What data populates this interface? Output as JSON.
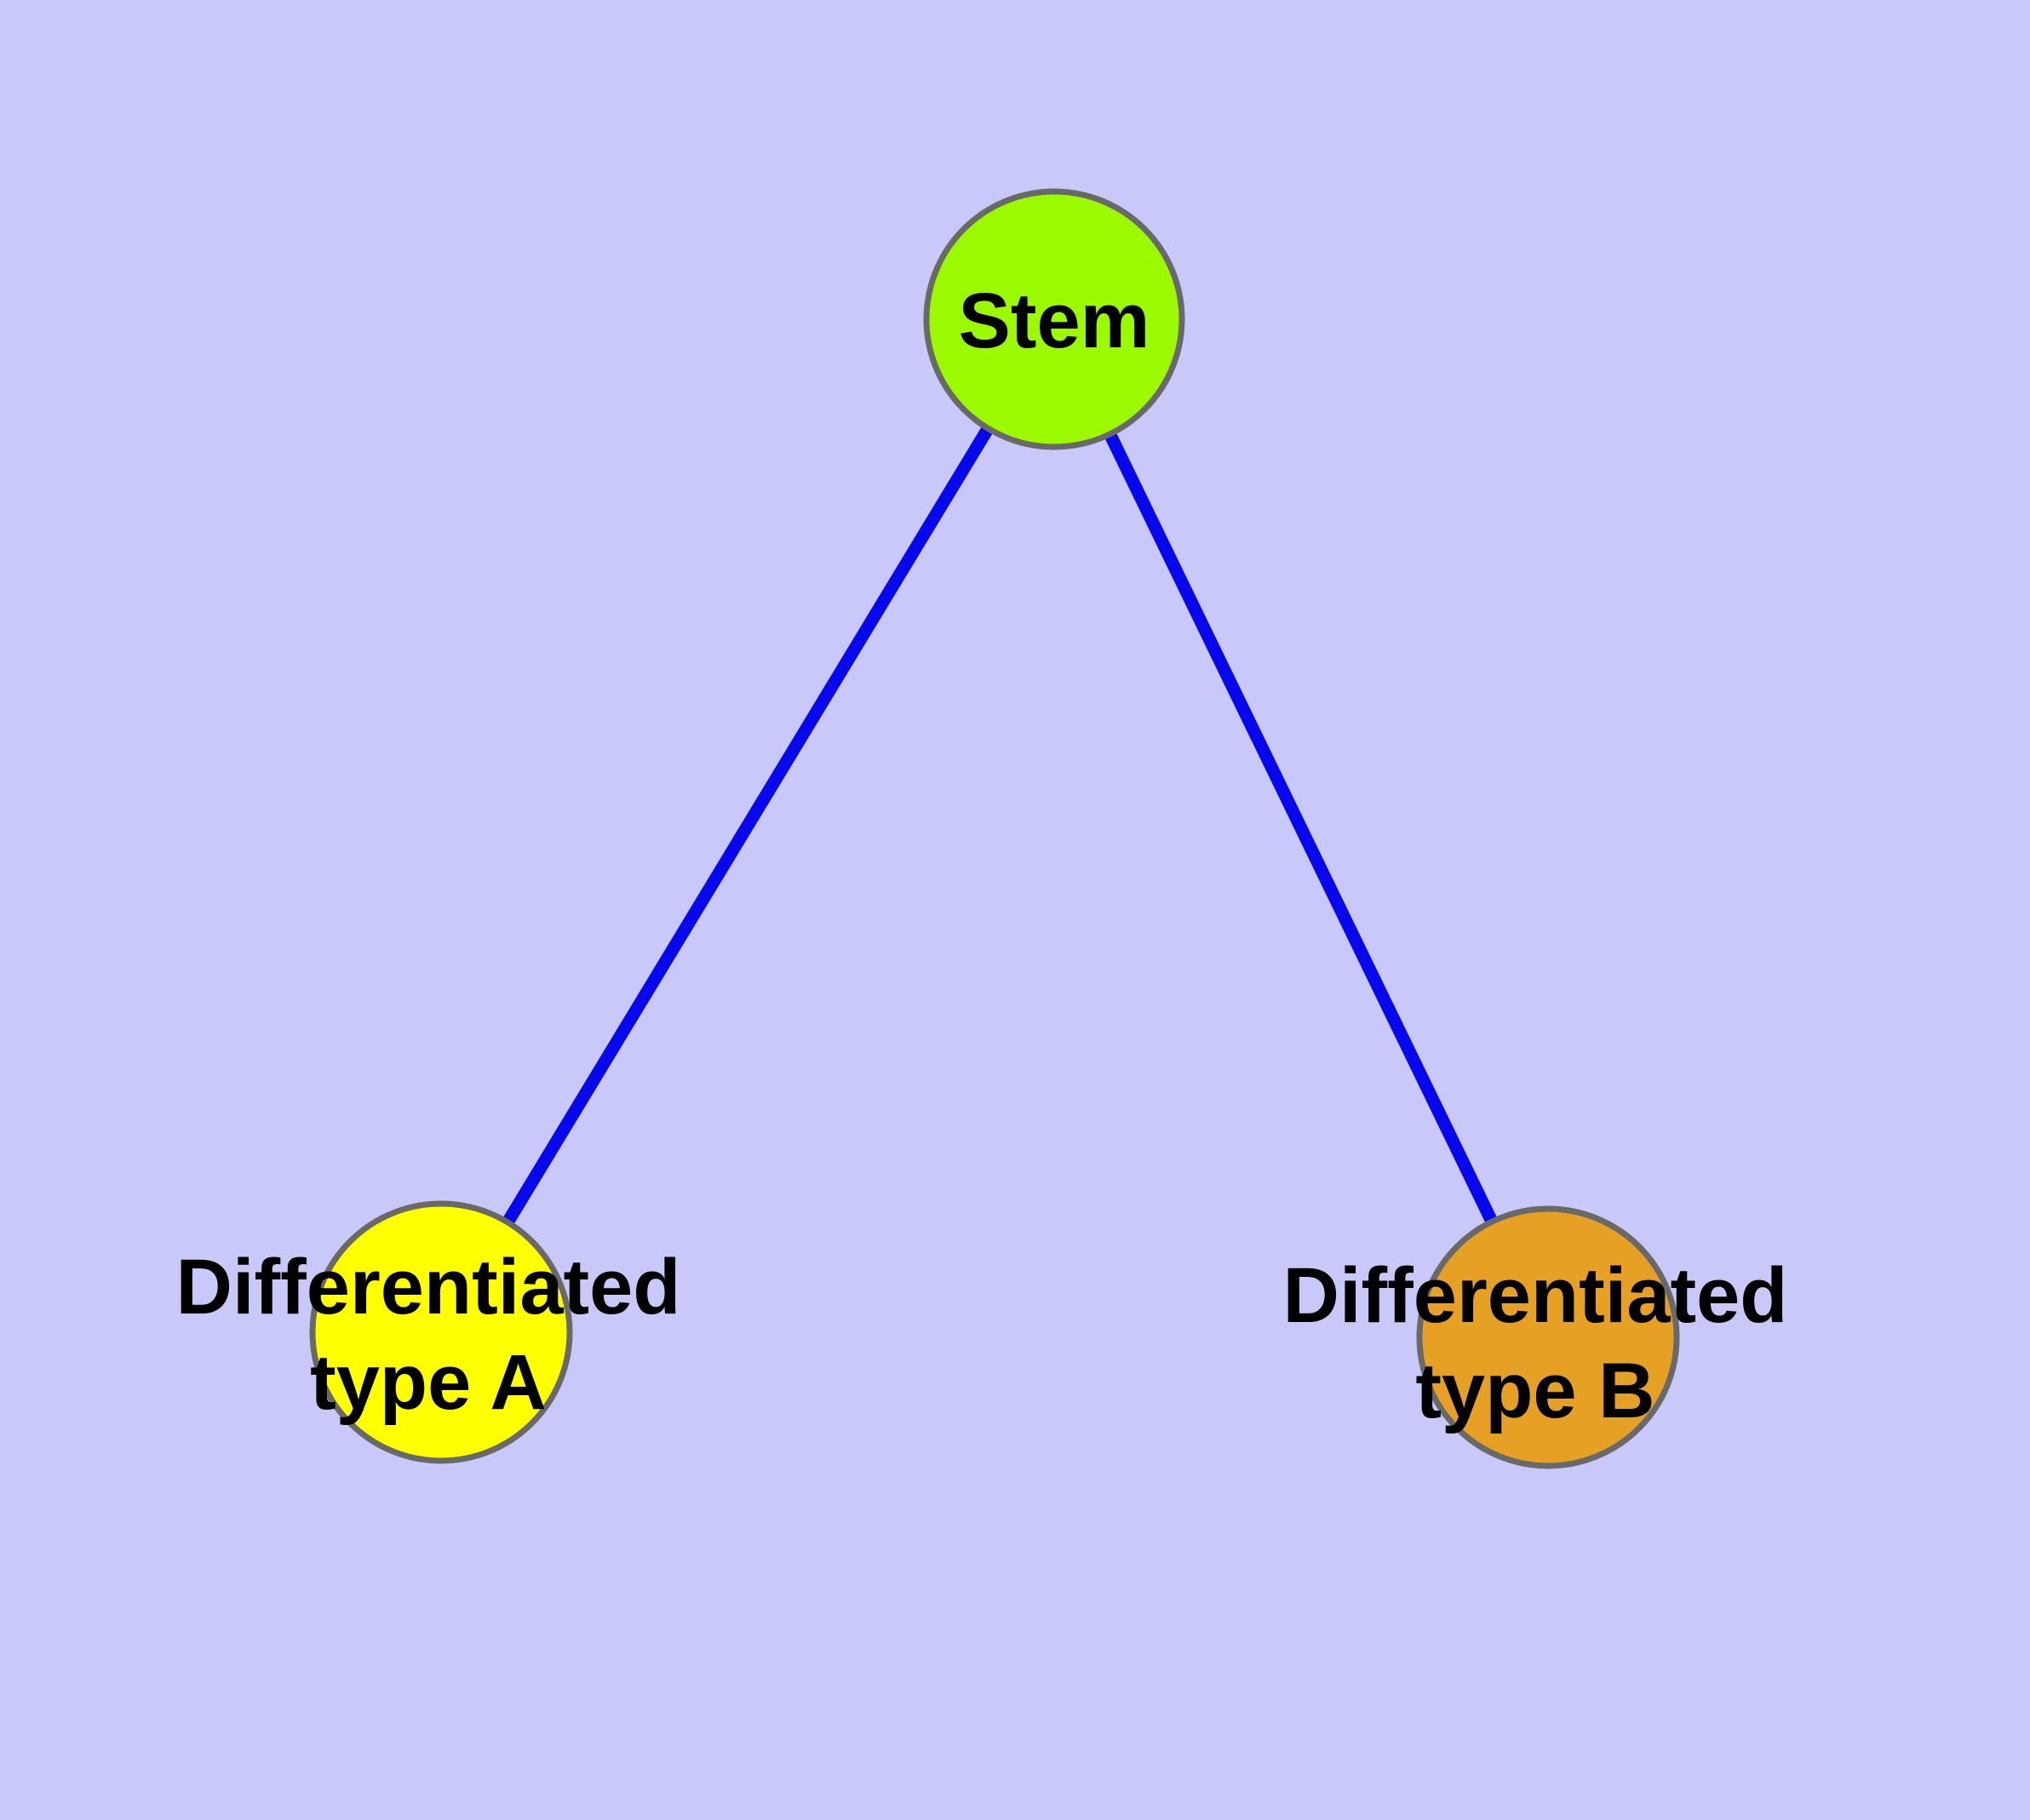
{
  "graph": {
    "background_color": "#C9C9F9",
    "node_border_color": "#696969",
    "edge_color": "#0707EE",
    "label_color": "#000000",
    "nodes": [
      {
        "id": "stem",
        "label_line1": "Stem",
        "label_line2": "",
        "fill": "#9BFA00"
      },
      {
        "id": "type-a",
        "label_line1": "Differentiated",
        "label_line2": "type A",
        "fill": "#FFFF00"
      },
      {
        "id": "type-b",
        "label_line1": "Differentiated",
        "label_line2": "type B",
        "fill": "#E6A024"
      }
    ],
    "edges": [
      {
        "from": "stem",
        "to": "type-a"
      },
      {
        "from": "stem",
        "to": "type-b"
      }
    ]
  }
}
